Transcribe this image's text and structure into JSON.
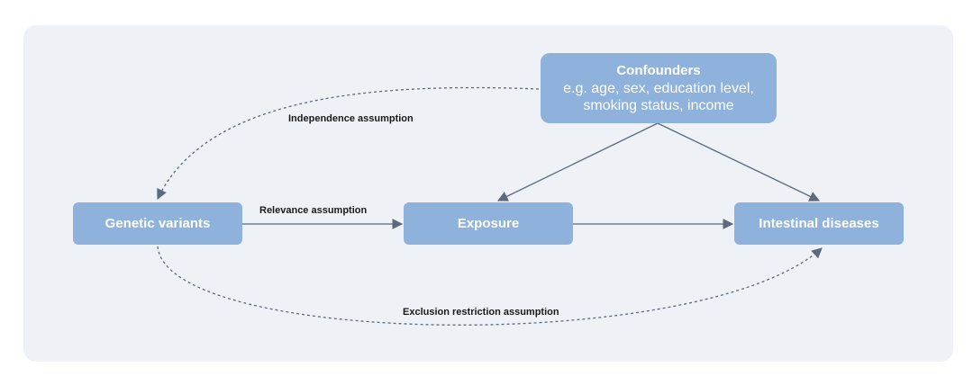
{
  "nodes": {
    "confounders": {
      "title": "Confounders",
      "detail": "e.g. age, sex, education level, smoking status, income"
    },
    "genetic_variants": {
      "title": "Genetic variants"
    },
    "exposure": {
      "title": "Exposure"
    },
    "intestinal_diseases": {
      "title": "Intestinal diseases"
    }
  },
  "edge_labels": {
    "independence": "Independence assumption",
    "relevance": "Relevance assumption",
    "exclusion": "Exclusion restriction assumption"
  },
  "colors": {
    "node_fill": "#8eb2dc",
    "panel_bg": "#eef2f7",
    "arrow": "#5b6a7e"
  }
}
